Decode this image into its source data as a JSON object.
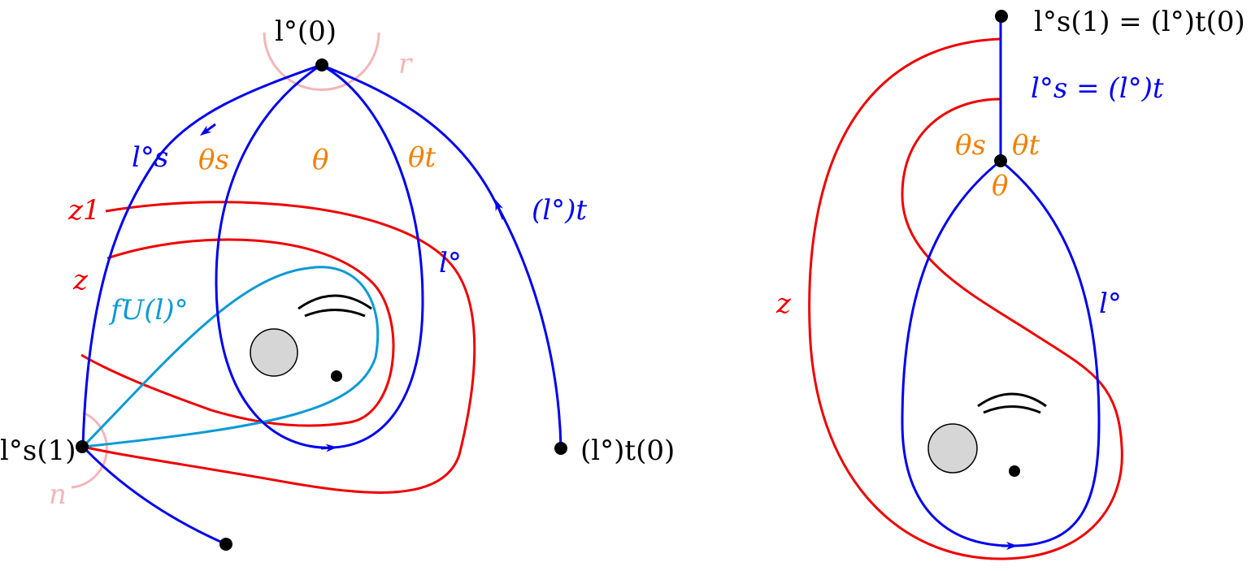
{
  "colors": {
    "arc_blue": "#0000ee",
    "curve_red": "#ee0000",
    "angle_orange": "#f08000",
    "image_cyan": "#0a9ad6",
    "circle_pink": "#f4b6b6",
    "boundary_gray": "#d6d6d6"
  },
  "left_panel": {
    "labels": {
      "top_point": "l°(0)",
      "circle_r": "r",
      "arc_ls": "l°s",
      "theta_s": "θs",
      "theta": "θ",
      "theta_t": "θt",
      "arc_lt": "(l°)t",
      "z1": "z1",
      "z": "z",
      "arc_l": "l°",
      "f_image": "fU(l)°",
      "ls1_point": "l°s(1)",
      "lt0_point": "(l°)t(0)",
      "circle_n": "n"
    }
  },
  "right_panel": {
    "labels": {
      "top_point": "l°s(1) = (l°)t(0)",
      "segment": "l°s = (l°)t",
      "theta_s": "θs",
      "theta_t": "θt",
      "theta": "θ",
      "z": "z",
      "arc_l": "l°"
    }
  }
}
